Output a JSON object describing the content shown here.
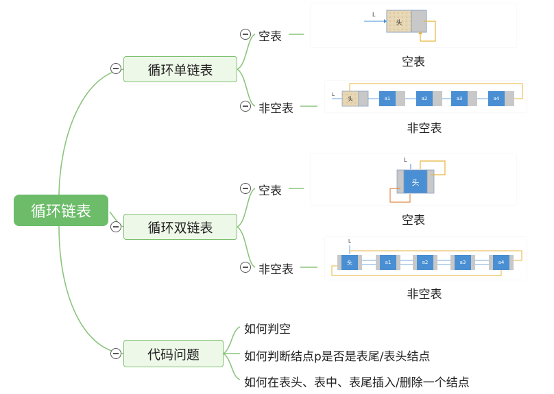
{
  "root": {
    "label": "循环链表"
  },
  "branches": [
    {
      "label": "循环单链表",
      "children": [
        {
          "label": "空表",
          "figure": {
            "caption": "空表",
            "pointer_label": "L",
            "head_label": "头"
          }
        },
        {
          "label": "非空表",
          "figure": {
            "caption": "非空表",
            "pointer_label": "L",
            "head_label": "头",
            "nodes": [
              "a1",
              "a2",
              "a3",
              "a4"
            ]
          }
        }
      ]
    },
    {
      "label": "循环双链表",
      "children": [
        {
          "label": "空表",
          "figure": {
            "caption": "空表",
            "pointer_label": "L",
            "head_label": "头"
          }
        },
        {
          "label": "非空表",
          "figure": {
            "caption": "非空表",
            "pointer_label": "L",
            "head_label": "头",
            "nodes": [
              "a1",
              "a2",
              "a3",
              "a4"
            ]
          }
        }
      ]
    },
    {
      "label": "代码问题",
      "children": [
        {
          "label": "如何判空"
        },
        {
          "label": "如何判断结点p是否是表尾/表头结点"
        },
        {
          "label": "如何在表头、表中、表尾插入/删除一个结点"
        }
      ]
    }
  ],
  "colors": {
    "connector": "#8cc47e",
    "node_fill": "#eef8e8",
    "root_fill": "#6cbc6a",
    "cell_blue": "#4a8fd3",
    "cell_gray": "#c8c8c8",
    "head_texture": "#e8d7b4",
    "link_yellow": "#e6b43c",
    "link_orange": "#e08a4a"
  }
}
